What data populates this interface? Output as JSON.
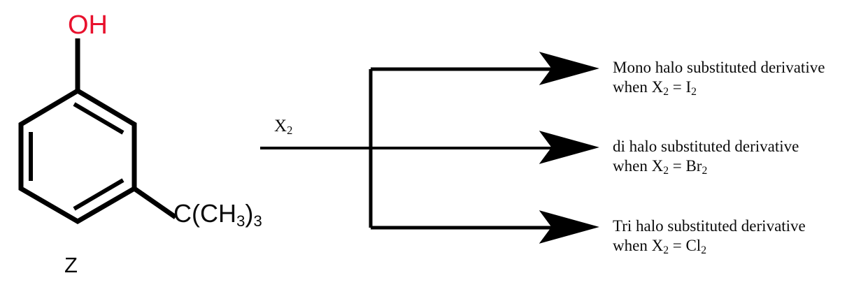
{
  "diagram": {
    "title_alt": "Halogenation of 3-tert-butylphenol with X2",
    "background_color": "#ffffff",
    "line_color": "#000000",
    "oh_color": "#e8112d"
  },
  "molecule": {
    "label_oh": "OH",
    "label_substituent_main": "C(CH",
    "label_substituent_sub1": "3",
    "label_substituent_mid": ")",
    "label_substituent_sub2": "3",
    "compound_label": "Z",
    "ring_type": "benzene",
    "ring_double_bonds": 3
  },
  "reagent": {
    "symbol": "X",
    "subscript": "2"
  },
  "products": [
    {
      "line1": "Mono halo substituted derivative",
      "line2_prefix": "when X",
      "line2_sub1": "2",
      "line2_eq": " = I",
      "line2_sub2": "2"
    },
    {
      "line1": "di halo substituted derivative",
      "line2_prefix": "when X",
      "line2_sub1": "2",
      "line2_eq": " = Br",
      "line2_sub2": "2"
    },
    {
      "line1": "Tri halo substituted derivative",
      "line2_prefix": "when X",
      "line2_sub1": "2",
      "line2_eq": " = Cl",
      "line2_sub2": "2"
    }
  ]
}
